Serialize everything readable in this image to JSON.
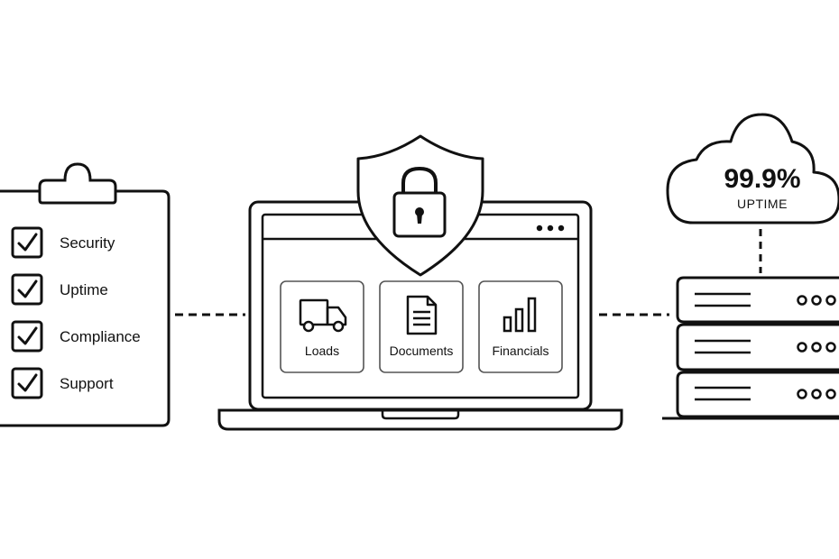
{
  "checklist": {
    "items": [
      {
        "label": "Security",
        "checked": true
      },
      {
        "label": "Uptime",
        "checked": true
      },
      {
        "label": "Compliance",
        "checked": true
      },
      {
        "label": "Support",
        "checked": true
      }
    ]
  },
  "laptop": {
    "lock_icon": "shield-lock-icon",
    "tiles": [
      {
        "label": "Loads",
        "icon": "truck-icon"
      },
      {
        "label": "Documents",
        "icon": "document-icon"
      },
      {
        "label": "Financials",
        "icon": "bar-chart-icon"
      }
    ]
  },
  "cloud": {
    "value": "99.9%",
    "caption": "UPTIME"
  },
  "server": {
    "units": 3
  },
  "colors": {
    "stroke": "#111111",
    "background": "#ffffff"
  }
}
